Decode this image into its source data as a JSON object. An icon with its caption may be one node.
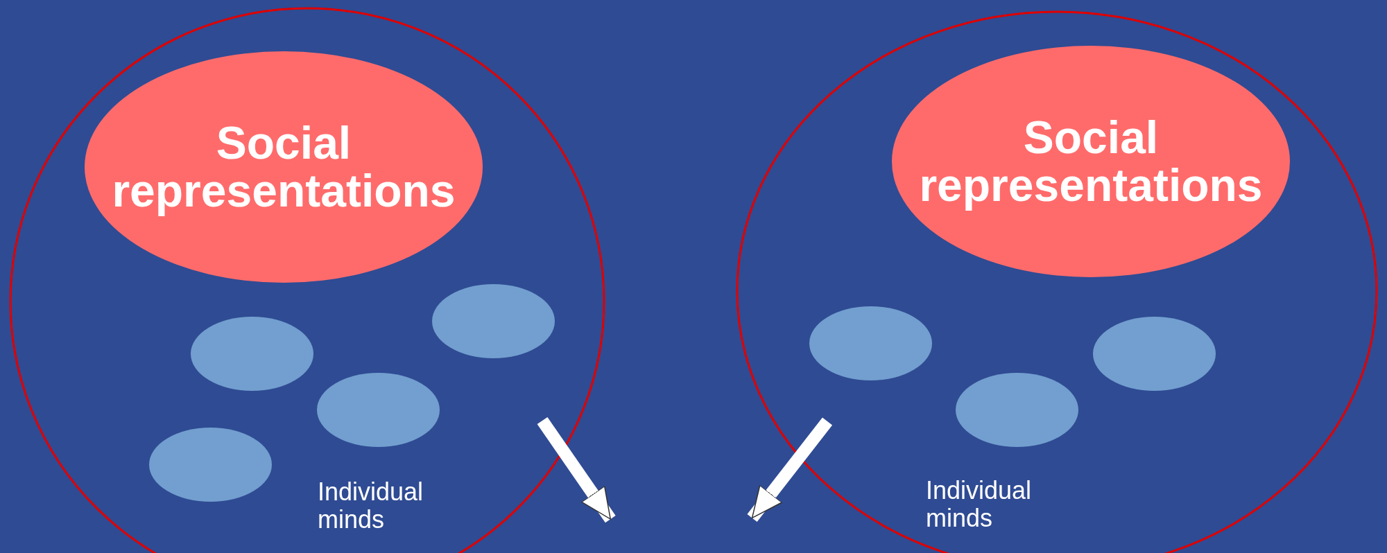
{
  "diagram": {
    "nodes": [
      {
        "text": [],
        "shape": "ellipse"
      },
      {
        "text": [
          "Social representations"
        ],
        "in": 0
      },
      {
        "text": [],
        "shape": "ellipse",
        "in": 0
      },
      {
        "text": [],
        "shape": "ellipse",
        "in": 0
      },
      {
        "text": [],
        "shape": "ellipse",
        "in": 0
      },
      {
        "text": [],
        "shape": "ellipse",
        "in": 0
      },
      {
        "text": [],
        "shape": "ellipse"
      },
      {
        "text": [
          "Social representations"
        ],
        "in": 6
      },
      {
        "text": [],
        "shape": "ellipse",
        "in": 6
      },
      {
        "text": [],
        "shape": "ellipse",
        "in": 6
      },
      {
        "text": [],
        "shape": "ellipse",
        "in": 6
      }
    ],
    "labels": [
      "Individual minds",
      "Individual minds"
    ]
  }
}
